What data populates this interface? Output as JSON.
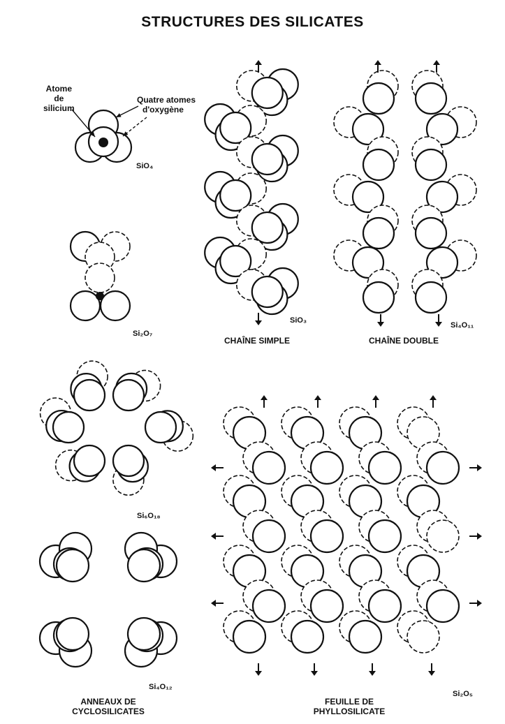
{
  "title": "STRUCTURES DES SILICATES",
  "labels": {
    "atome": "Atome",
    "de": "de",
    "silicium": "silicium",
    "quatre": "Quatre atomes",
    "oxygene": "d'oxygène"
  },
  "formulas": {
    "sio4": "SiO₄",
    "si2o7": "Si₂O₇",
    "sio3": "SiO₃",
    "si4o11": "Si₄O₁₁",
    "si6o18": "Si₆O₁₈",
    "si4o12": "Si₄O₁₂",
    "si2o5": "Si₂O₅"
  },
  "captions": {
    "chain_simple": "CHAÎNE SIMPLE",
    "chain_double": "CHAÎNE DOUBLE",
    "rings_1": "ANNEAUX DE",
    "rings_2": "CYCLOSILICATES",
    "sheet_1": "FEUILLE DE",
    "sheet_2": "PHYLLOSILICATE"
  }
}
